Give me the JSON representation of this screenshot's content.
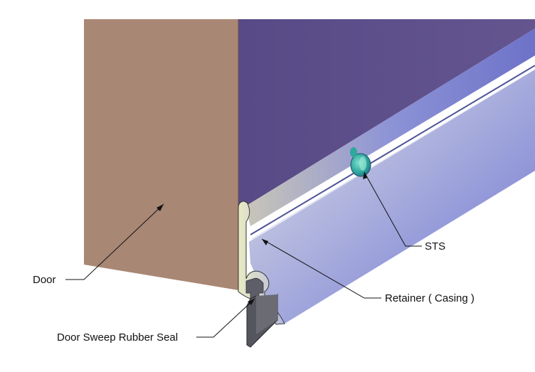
{
  "labels": {
    "door": "Door",
    "seal": "Door Sweep Rubber Seal",
    "retainer": "Retainer ( Casing )",
    "sts": "STS"
  },
  "colors": {
    "door_face": "#a98775",
    "door_top_shade": "#b08c7a",
    "wall": "#5e4f8a",
    "retainer_light": "#d9dcb5",
    "retainer_mid": "#9aa0d8",
    "retainer_dark": "#5a5fb5",
    "seal": "#55555e",
    "screw": "#36b0a6",
    "leader": "#111111"
  }
}
